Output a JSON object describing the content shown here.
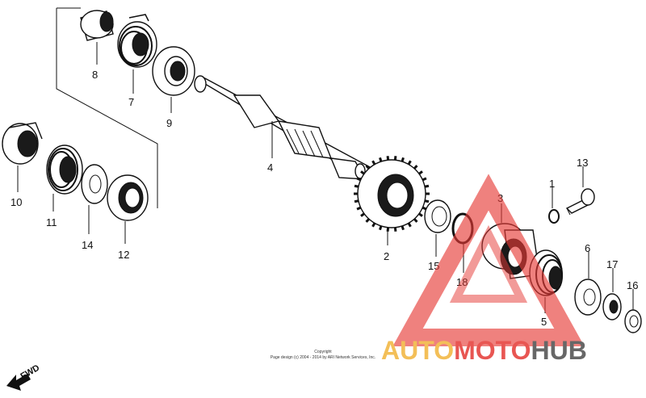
{
  "diagram": {
    "callouts": [
      {
        "id": "8",
        "text": "8"
      },
      {
        "id": "7",
        "text": "7"
      },
      {
        "id": "9",
        "text": "9"
      },
      {
        "id": "4",
        "text": "4"
      },
      {
        "id": "10",
        "text": "10"
      },
      {
        "id": "11",
        "text": "11"
      },
      {
        "id": "14",
        "text": "14"
      },
      {
        "id": "12",
        "text": "12"
      },
      {
        "id": "2",
        "text": "2"
      },
      {
        "id": "15",
        "text": "15"
      },
      {
        "id": "18",
        "text": "18"
      },
      {
        "id": "3",
        "text": "3"
      },
      {
        "id": "1",
        "text": "1"
      },
      {
        "id": "13",
        "text": "13"
      },
      {
        "id": "6",
        "text": "6"
      },
      {
        "id": "17",
        "text": "17"
      },
      {
        "id": "16",
        "text": "16"
      },
      {
        "id": "5",
        "text": "5"
      }
    ],
    "direction_label": "FWD",
    "copyright_line1": "Copyright",
    "copyright_line2": "Page design (c) 2004 - 2014 by ARI Network Services, Inc."
  },
  "watermark": {
    "text_auto": "AUTO",
    "text_moto": "MOTO",
    "text_hub": "HUB",
    "color_orange": "#f2b43c",
    "color_red": "#e53935",
    "color_dark": "#4d4d4d"
  }
}
